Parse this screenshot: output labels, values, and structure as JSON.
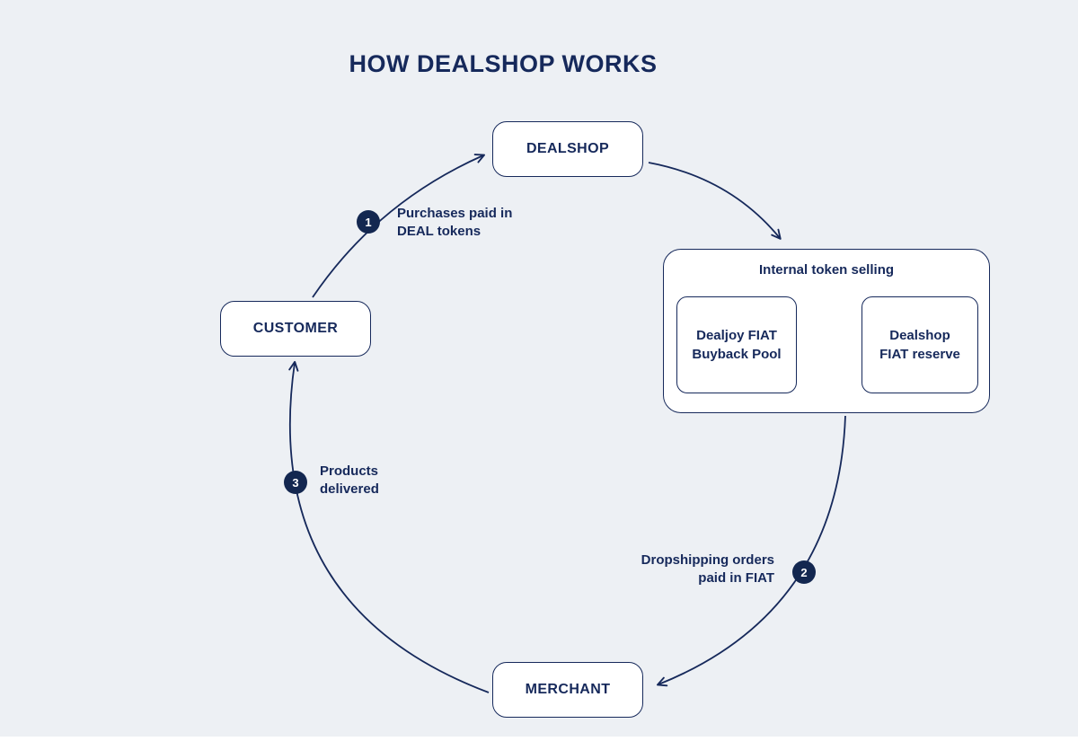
{
  "colors": {
    "background": "#edf0f4",
    "navy": "#16295b",
    "badge": "#132750",
    "box_background": "#ffffff"
  },
  "title": "HOW DEALSHOP WORKS",
  "nodes": {
    "dealshop": {
      "label": "DEALSHOP"
    },
    "customer": {
      "label": "CUSTOMER"
    },
    "merchant": {
      "label": "MERCHANT"
    }
  },
  "internal_box": {
    "title": "Internal token selling",
    "left": {
      "line1": "Dealjoy FIAT",
      "line2": "Buyback Pool"
    },
    "right": {
      "line1": "Dealshop",
      "line2": "FIAT reserve"
    }
  },
  "steps": {
    "step1": {
      "number": "1",
      "line1": "Purchases paid in",
      "line2_strong": "DEAL",
      "line2_rest": " tokens"
    },
    "step2": {
      "number": "2",
      "line1": "Dropshipping orders",
      "line2": "paid in FIAT"
    },
    "step3": {
      "number": "3",
      "line1": "Products",
      "line2": "delivered"
    }
  }
}
